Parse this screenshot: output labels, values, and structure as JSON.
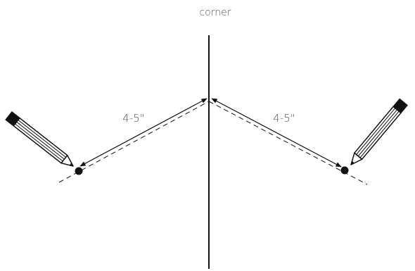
{
  "diagram": {
    "corner_label": "corner",
    "left_distance_label": "4-5\"",
    "right_distance_label": "4-5\""
  },
  "colors": {
    "line": "#111111",
    "text": "#555555",
    "background": "#ffffff"
  },
  "icons": [
    "pencil-icon",
    "marker-dot",
    "arrowhead"
  ]
}
